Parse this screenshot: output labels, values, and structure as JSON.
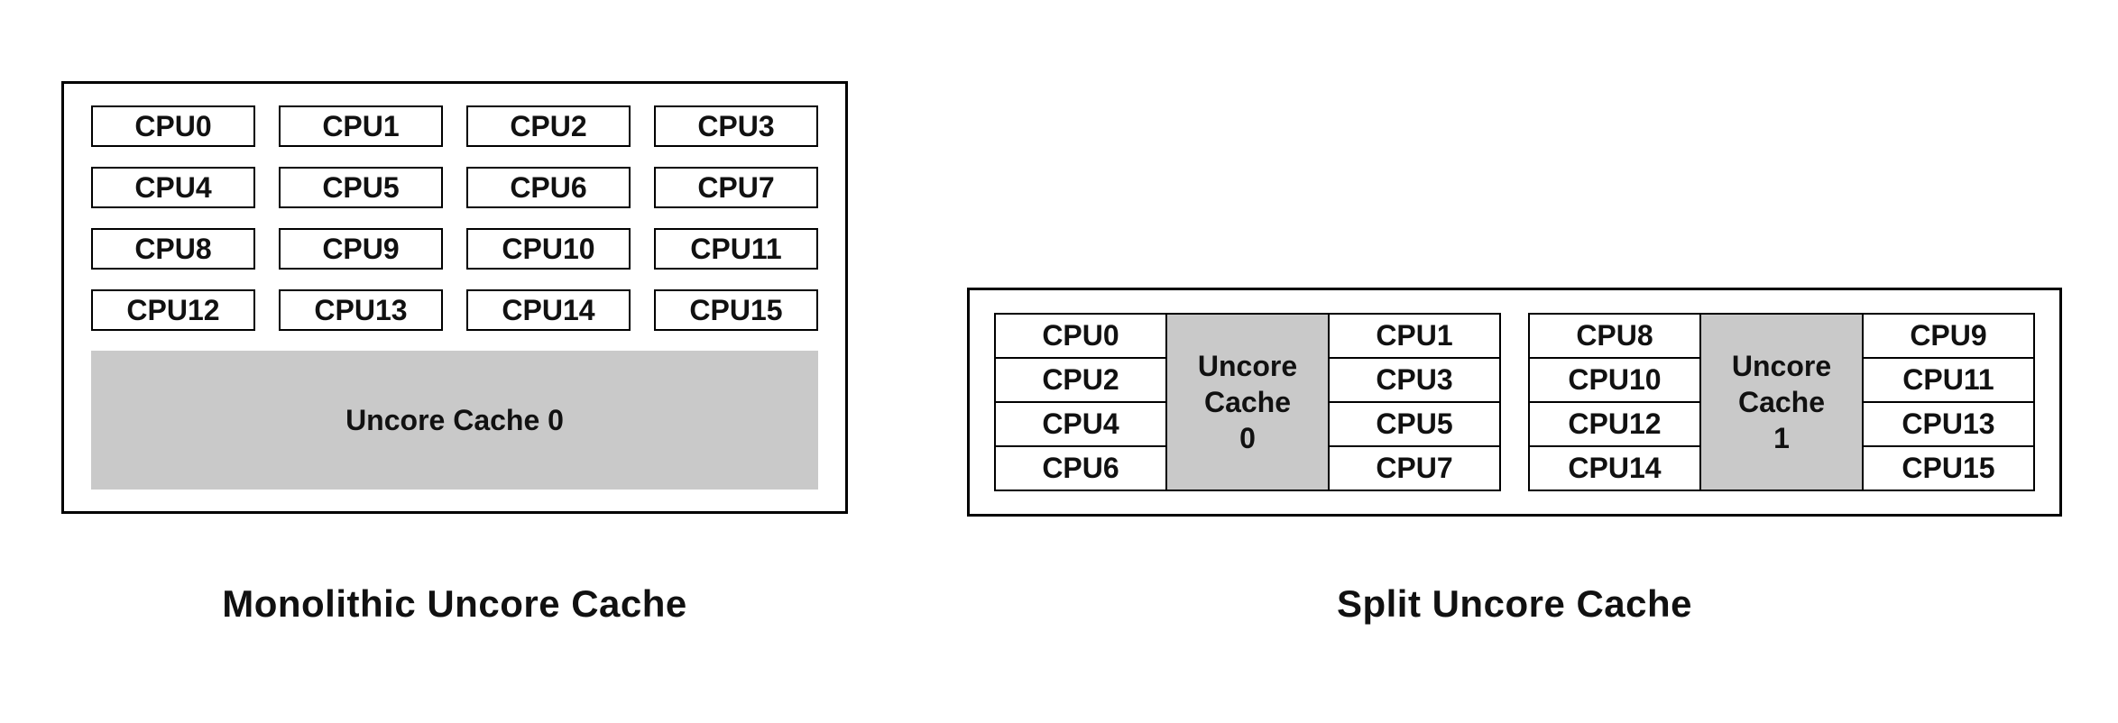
{
  "colors": {
    "cache_fill": "#c9c9c9",
    "border": "#000000",
    "background": "#ffffff"
  },
  "monolithic": {
    "title": "Monolithic Uncore Cache",
    "cpu_rows": [
      [
        "CPU0",
        "CPU1",
        "CPU2",
        "CPU3"
      ],
      [
        "CPU4",
        "CPU5",
        "CPU6",
        "CPU7"
      ],
      [
        "CPU8",
        "CPU9",
        "CPU10",
        "CPU11"
      ],
      [
        "CPU12",
        "CPU13",
        "CPU14",
        "CPU15"
      ]
    ],
    "cache_label": "Uncore Cache 0"
  },
  "split": {
    "title": "Split Uncore Cache",
    "groups": [
      {
        "left_cpus": [
          "CPU0",
          "CPU2",
          "CPU4",
          "CPU6"
        ],
        "cache_lines": [
          "Uncore",
          "Cache",
          "0"
        ],
        "right_cpus": [
          "CPU1",
          "CPU3",
          "CPU5",
          "CPU7"
        ]
      },
      {
        "left_cpus": [
          "CPU8",
          "CPU10",
          "CPU12",
          "CPU14"
        ],
        "cache_lines": [
          "Uncore",
          "Cache",
          "1"
        ],
        "right_cpus": [
          "CPU9",
          "CPU11",
          "CPU13",
          "CPU15"
        ]
      }
    ]
  }
}
